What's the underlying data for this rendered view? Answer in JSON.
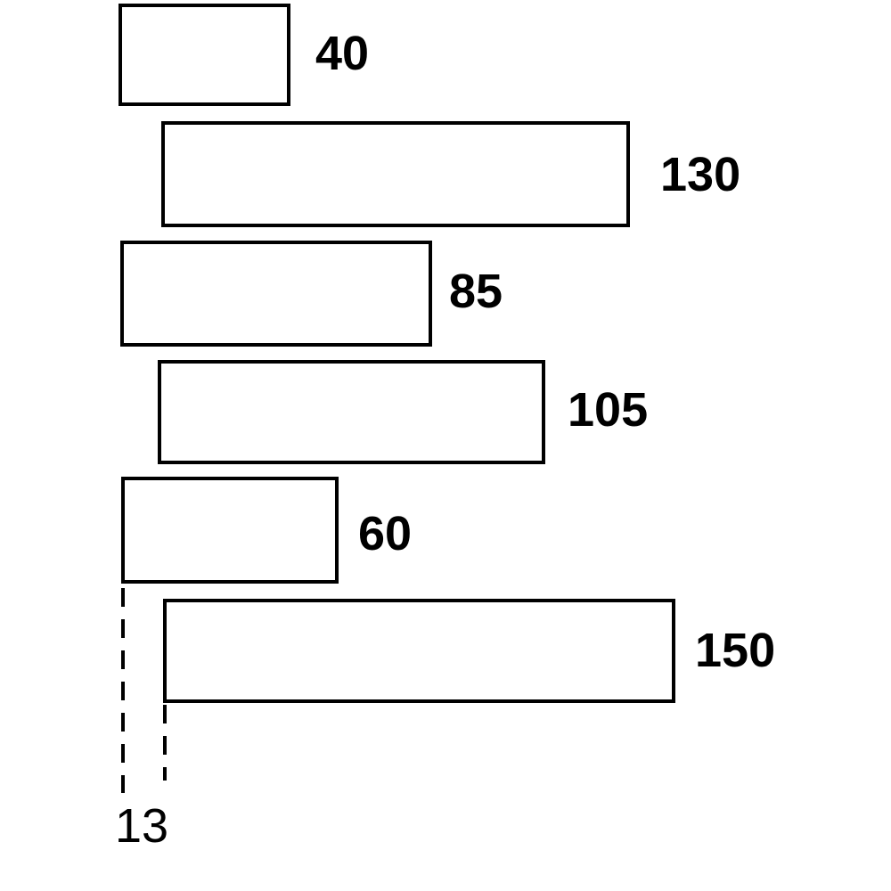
{
  "figure": {
    "description": "Six staggered horizontal strips with labeled lengths; two dashed vertical guide lines mark a left-edge offset of 13 between the fifth and sixth strips",
    "bars": [
      {
        "label": "40",
        "value": 40
      },
      {
        "label": "130",
        "value": 130
      },
      {
        "label": "85",
        "value": 85
      },
      {
        "label": "105",
        "value": 105
      },
      {
        "label": "60",
        "value": 60
      },
      {
        "label": "150",
        "value": 150
      }
    ],
    "offset": {
      "label": "13",
      "value": 13
    }
  },
  "chart_data": {
    "type": "bar",
    "orientation": "horizontal",
    "values": [
      40,
      130,
      85,
      105,
      60,
      150
    ],
    "data_labels": [
      "40",
      "130",
      "85",
      "105",
      "60",
      "150"
    ],
    "annotations": [
      {
        "text": "13",
        "value": 13,
        "marker": "dashed vertical guide lines at bottom left"
      }
    ],
    "title": "",
    "xlabel": "",
    "ylabel": "",
    "grid": false,
    "legend": false,
    "colors": {
      "bar_fill": "#ffffff",
      "bar_border": "#000000",
      "text": "#000000",
      "background": "#ffffff"
    }
  }
}
